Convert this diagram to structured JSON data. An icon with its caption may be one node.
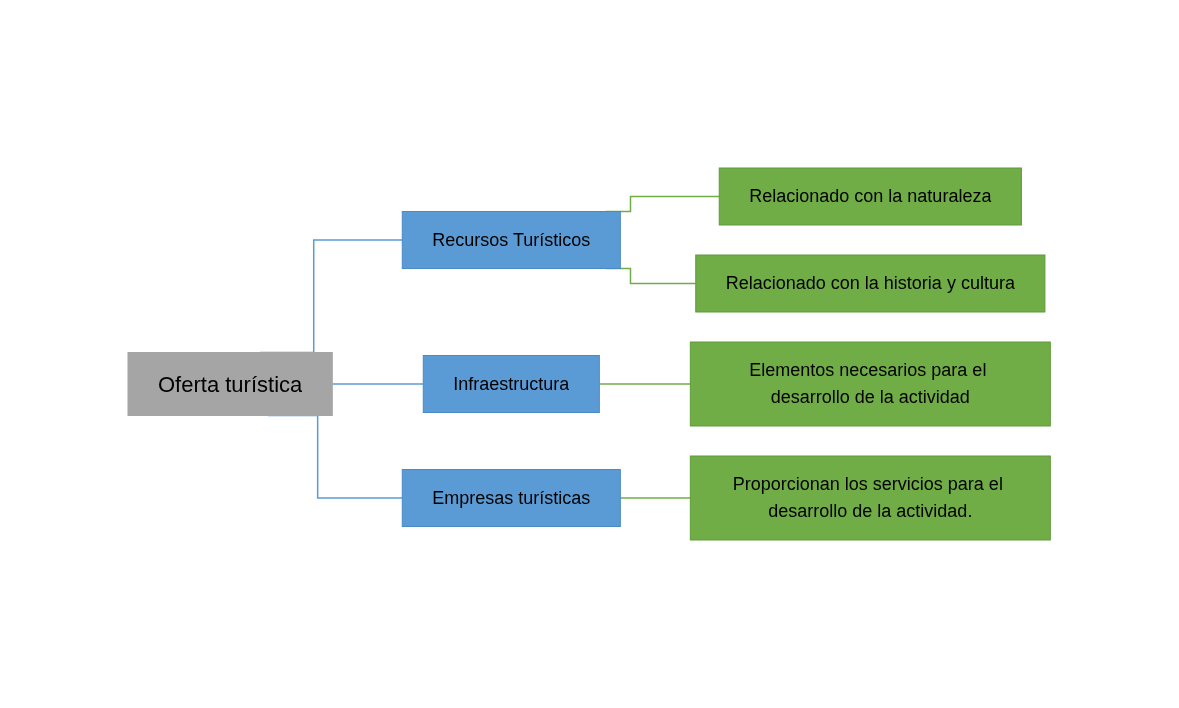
{
  "diagram": {
    "nodes": [
      {
        "text": [
          "Oferta turística"
        ]
      },
      {
        "text": [
          "Recursos Turísticos"
        ]
      },
      {
        "text": [
          "Infraestructura"
        ]
      },
      {
        "text": [
          "Empresas turísticas"
        ]
      },
      {
        "text": [
          "Relacionado con la naturaleza"
        ]
      },
      {
        "text": [
          "Relacionado con la historia y cultura"
        ]
      },
      {
        "text": [
          "Elementos necesarios para el desarrollo de la actividad"
        ]
      },
      {
        "text": [
          "Proporcionan los servicios para el desarrollo de la actividad."
        ]
      }
    ],
    "edges": [
      {
        "from": 0,
        "to": 1,
        "arrow": "none",
        "color": "#5b9bd5"
      },
      {
        "from": 0,
        "to": 2,
        "arrow": "none",
        "color": "#5b9bd5"
      },
      {
        "from": 0,
        "to": 3,
        "arrow": "none",
        "color": "#5b9bd5"
      },
      {
        "from": 1,
        "to": 4,
        "arrow": "none",
        "color": "#70ad47"
      },
      {
        "from": 1,
        "to": 5,
        "arrow": "none",
        "color": "#70ad47"
      },
      {
        "from": 2,
        "to": 6,
        "arrow": "none",
        "color": "#70ad47"
      },
      {
        "from": 3,
        "to": 7,
        "arrow": "none",
        "color": "#70ad47"
      }
    ]
  }
}
